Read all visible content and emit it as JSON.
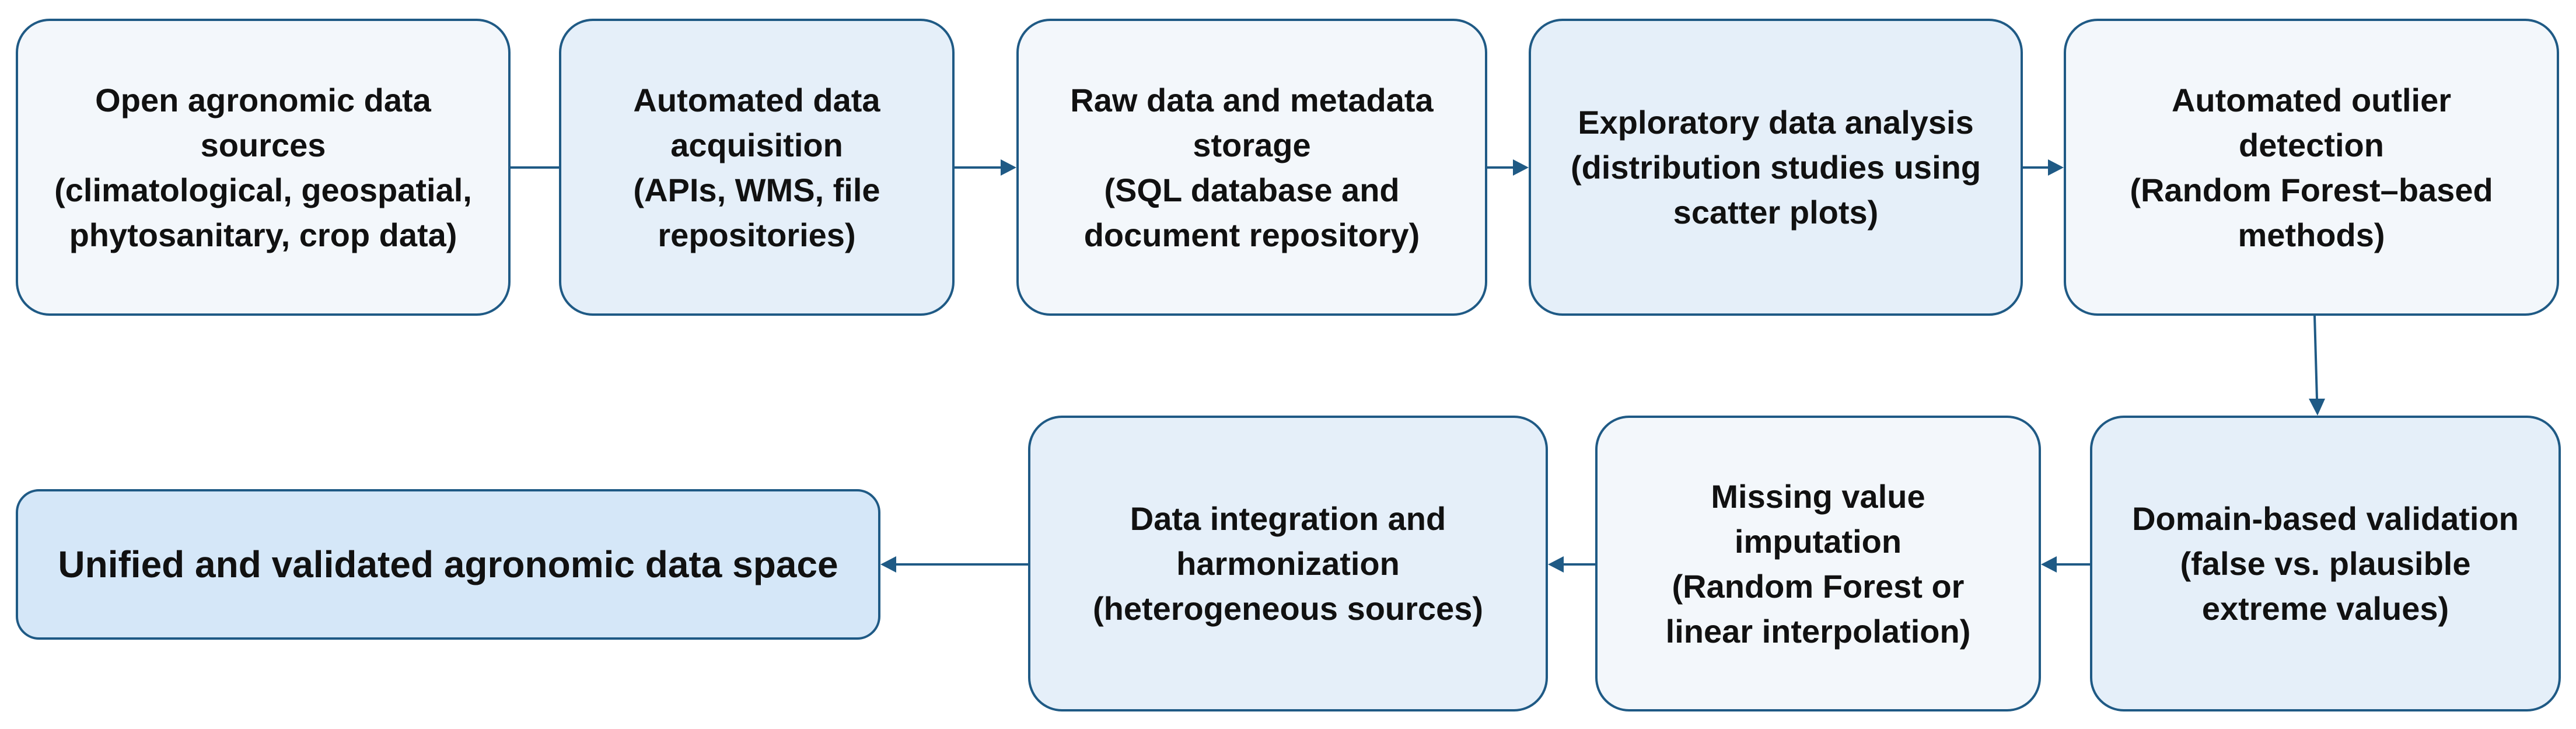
{
  "diagram": {
    "colors": {
      "border": "#1f5a85",
      "arrow": "#1f5a85",
      "node_light": "#f3f7fb",
      "node_mid": "#e5eff9",
      "node_final": "#d5e7f8"
    },
    "nodes": [
      {
        "id": "open-sources",
        "lines": [
          "Open agronomic data",
          "sources",
          "(climatological, geospatial,",
          "phytosanitary, crop data)"
        ]
      },
      {
        "id": "acquisition",
        "lines": [
          "Automated data",
          "acquisition",
          "(APIs, WMS, file",
          "repositories)"
        ]
      },
      {
        "id": "storage",
        "lines": [
          "Raw data and metadata",
          "storage",
          "(SQL database and",
          "document repository)"
        ]
      },
      {
        "id": "eda",
        "lines": [
          "Exploratory data analysis",
          "(distribution studies using",
          "scatter plots)"
        ]
      },
      {
        "id": "outlier",
        "lines": [
          "Automated outlier",
          "detection",
          "(Random Forest–based",
          "methods)"
        ]
      },
      {
        "id": "domain-validation",
        "lines": [
          "Domain-based validation",
          "(false vs. plausible",
          "extreme values)"
        ]
      },
      {
        "id": "imputation",
        "lines": [
          "Missing value",
          "imputation",
          "(Random Forest or",
          "linear interpolation)"
        ]
      },
      {
        "id": "integration",
        "lines": [
          "Data integration and",
          "harmonization",
          "(heterogeneous sources)"
        ]
      },
      {
        "id": "unified-space",
        "lines": [
          "Unified and validated agronomic data space"
        ]
      }
    ]
  }
}
